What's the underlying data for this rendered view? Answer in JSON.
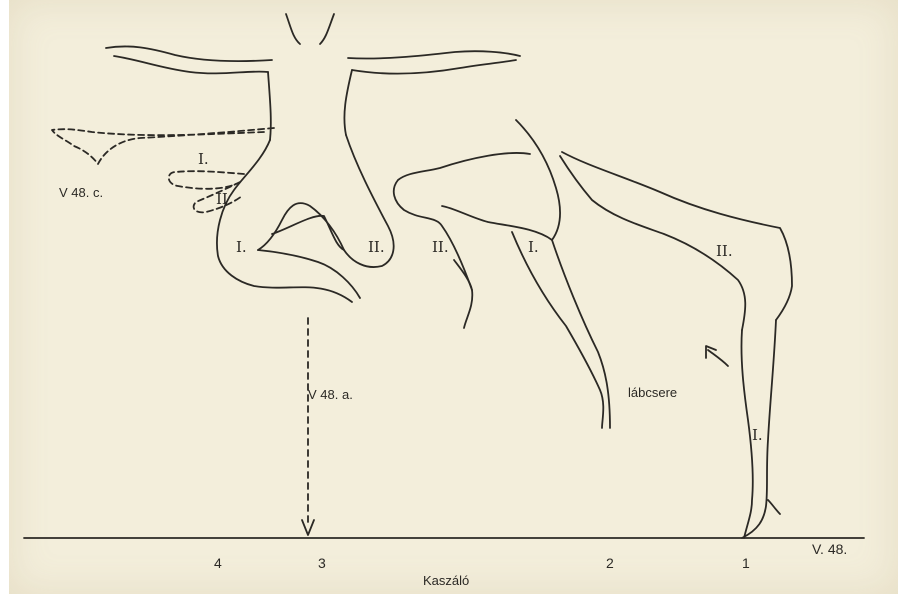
{
  "figure": {
    "label_v48c": "V 48. c.",
    "label_v48a": "V 48. a.",
    "label_v48": "V. 48.",
    "label_footer": "Kaszáló",
    "label_labcsere": "lábcsere",
    "positions": [
      "4",
      "3",
      "2",
      "1"
    ],
    "leg_labels": {
      "dashed_upper": "I.",
      "dashed_lower": "II",
      "fig3_left": "I.",
      "fig3_right": "II.",
      "fig2_back": "II.",
      "fig2_front": "I.",
      "fig1_raised": "II.",
      "fig1_support": "I."
    },
    "colors": {
      "paper": "#f3eedb",
      "ink": "#2b2925"
    }
  }
}
